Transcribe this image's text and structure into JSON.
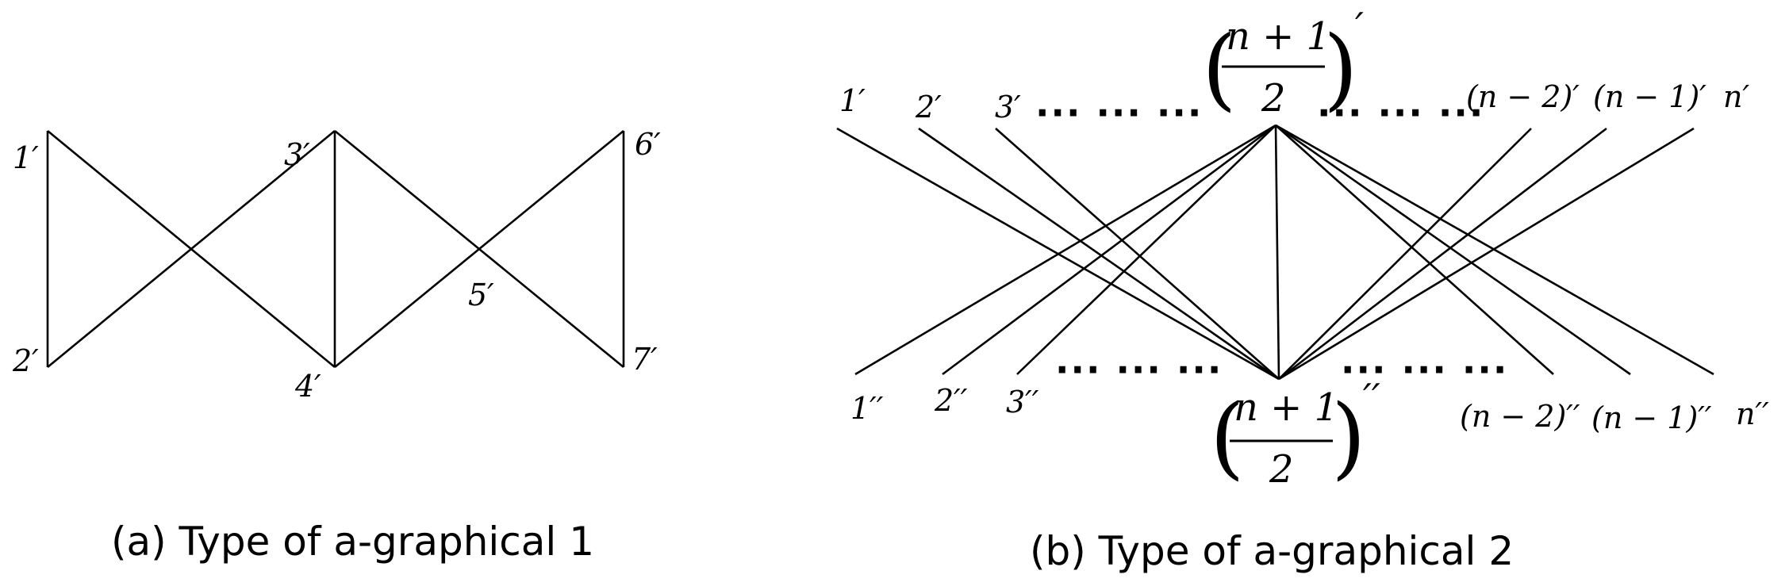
{
  "diagram_a": {
    "caption": "(a) Type of a-graphical 1",
    "nodes": {
      "n1": "1′",
      "n2": "2′",
      "n3": "3′",
      "n4": "4′",
      "n5": "5′",
      "n6": "6′",
      "n7": "7′"
    }
  },
  "diagram_b": {
    "caption": "(b) Type of a-graphical 2",
    "top_labels": {
      "t1": "1′",
      "t2": "2′",
      "t3": "3′",
      "tn2": "(n − 2)′",
      "tn1": "(n − 1)′",
      "tn": "n′"
    },
    "bottom_labels": {
      "b1": "1′′",
      "b2": "2′′",
      "b3": "3′′",
      "bn2": "(n − 2)′′",
      "bn1": "(n − 1)′′",
      "bn": "n′′"
    },
    "center": {
      "numerator": "n + 1",
      "denominator": "2",
      "top_prime": "′",
      "bottom_prime": "′′"
    },
    "ellipsis": "··· ··· ···"
  }
}
